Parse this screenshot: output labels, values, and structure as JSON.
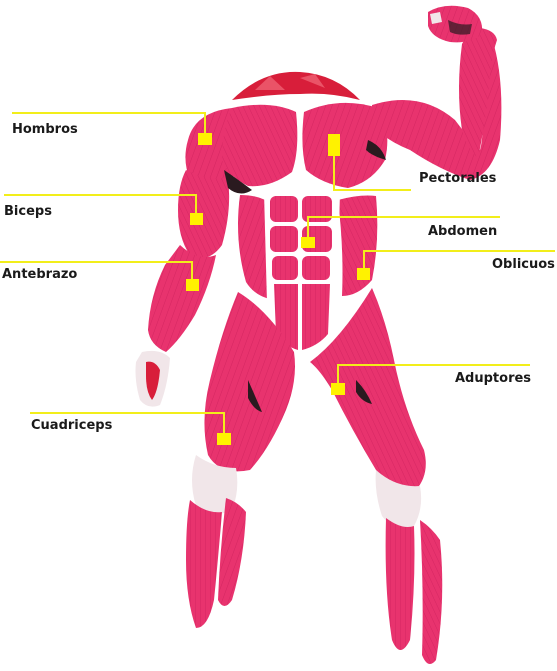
{
  "colors": {
    "muscle": "#e8336e",
    "muscle_dark": "#c21a55",
    "muscle_light": "#f47aa0",
    "skin_gap": "#ffffff",
    "shadow": "#2a1a1f",
    "tendon": "#f1e6e9",
    "leader": "#f2ee1a",
    "marker": "#fff200",
    "label_text": "#1a1a1a"
  },
  "labels": {
    "hombros": "Hombros",
    "biceps": "Biceps",
    "antebrazo": "Antebrazo",
    "cuadriceps": "Cuadriceps",
    "pectorales": "Pectorales",
    "abdomen": "Abdomen",
    "oblicuos": "Oblicuos",
    "aduptores": "Aduptores"
  }
}
